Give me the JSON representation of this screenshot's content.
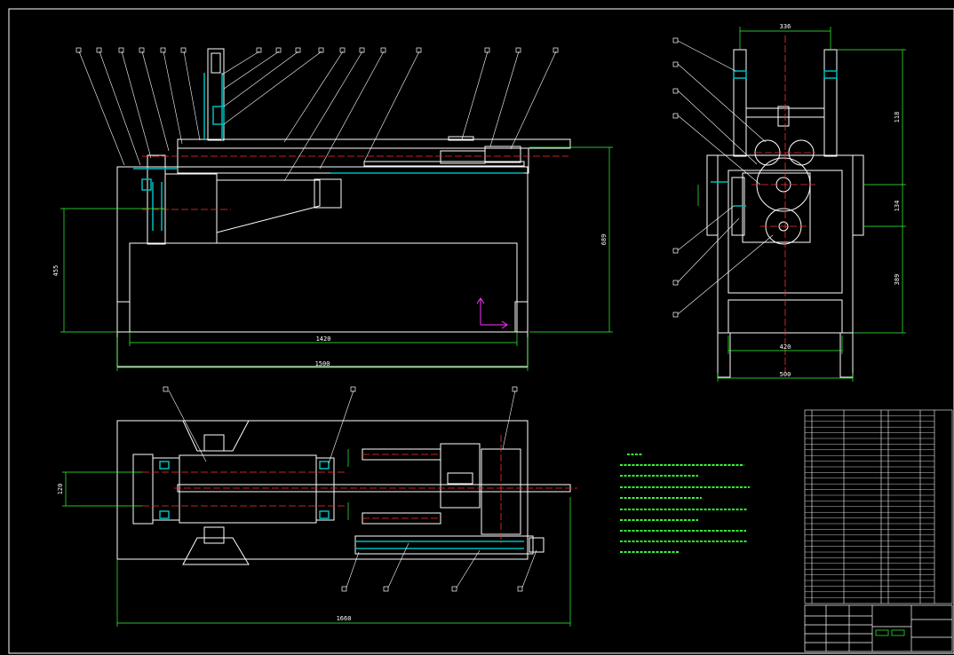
{
  "colors": {
    "background": "#000000",
    "outline": "#ffffff",
    "dimension": "#33ff33",
    "hatch": "#00bcbc",
    "centerline": "#ff3030",
    "axis_marker": "#ff33ff"
  },
  "front_view": {
    "dim_height_left": "455",
    "dim_height_right": "689",
    "dim_inner_width": "1420",
    "dim_outer_width": "1500"
  },
  "side_view": {
    "dim_top_width": "336",
    "dim_upper_height": "118",
    "dim_middle": "134",
    "dim_lower_height": "389",
    "dim_inner_width": "420",
    "dim_outer_width": "500"
  },
  "top_view": {
    "dim_left_height": "120",
    "dim_total_width": "1660"
  }
}
